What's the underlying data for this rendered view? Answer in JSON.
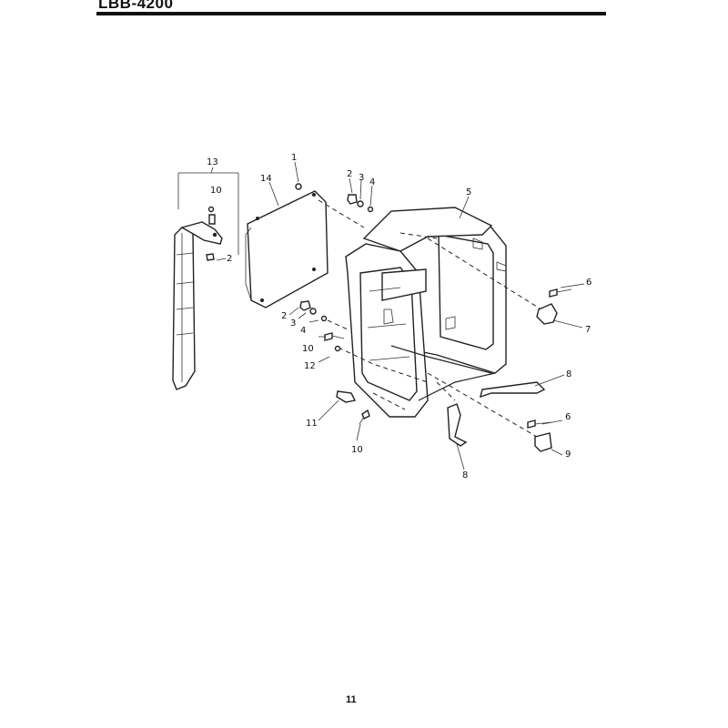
{
  "header": {
    "title": "LBB-4200"
  },
  "footer": {
    "page_number": "11"
  },
  "callouts": {
    "c1": "1",
    "c2a": "2",
    "c3a": "3",
    "c4a": "4",
    "c5": "5",
    "c6a": "6",
    "c7": "7",
    "c8a": "8",
    "c6b": "6",
    "c9": "9",
    "c8b": "8",
    "c10a": "10",
    "c11": "11",
    "c12": "12",
    "c10b": "10",
    "c4b": "4",
    "c3b": "3",
    "c2b": "2",
    "c13": "13",
    "c14": "14",
    "c10c": "10",
    "c2c": "2"
  }
}
